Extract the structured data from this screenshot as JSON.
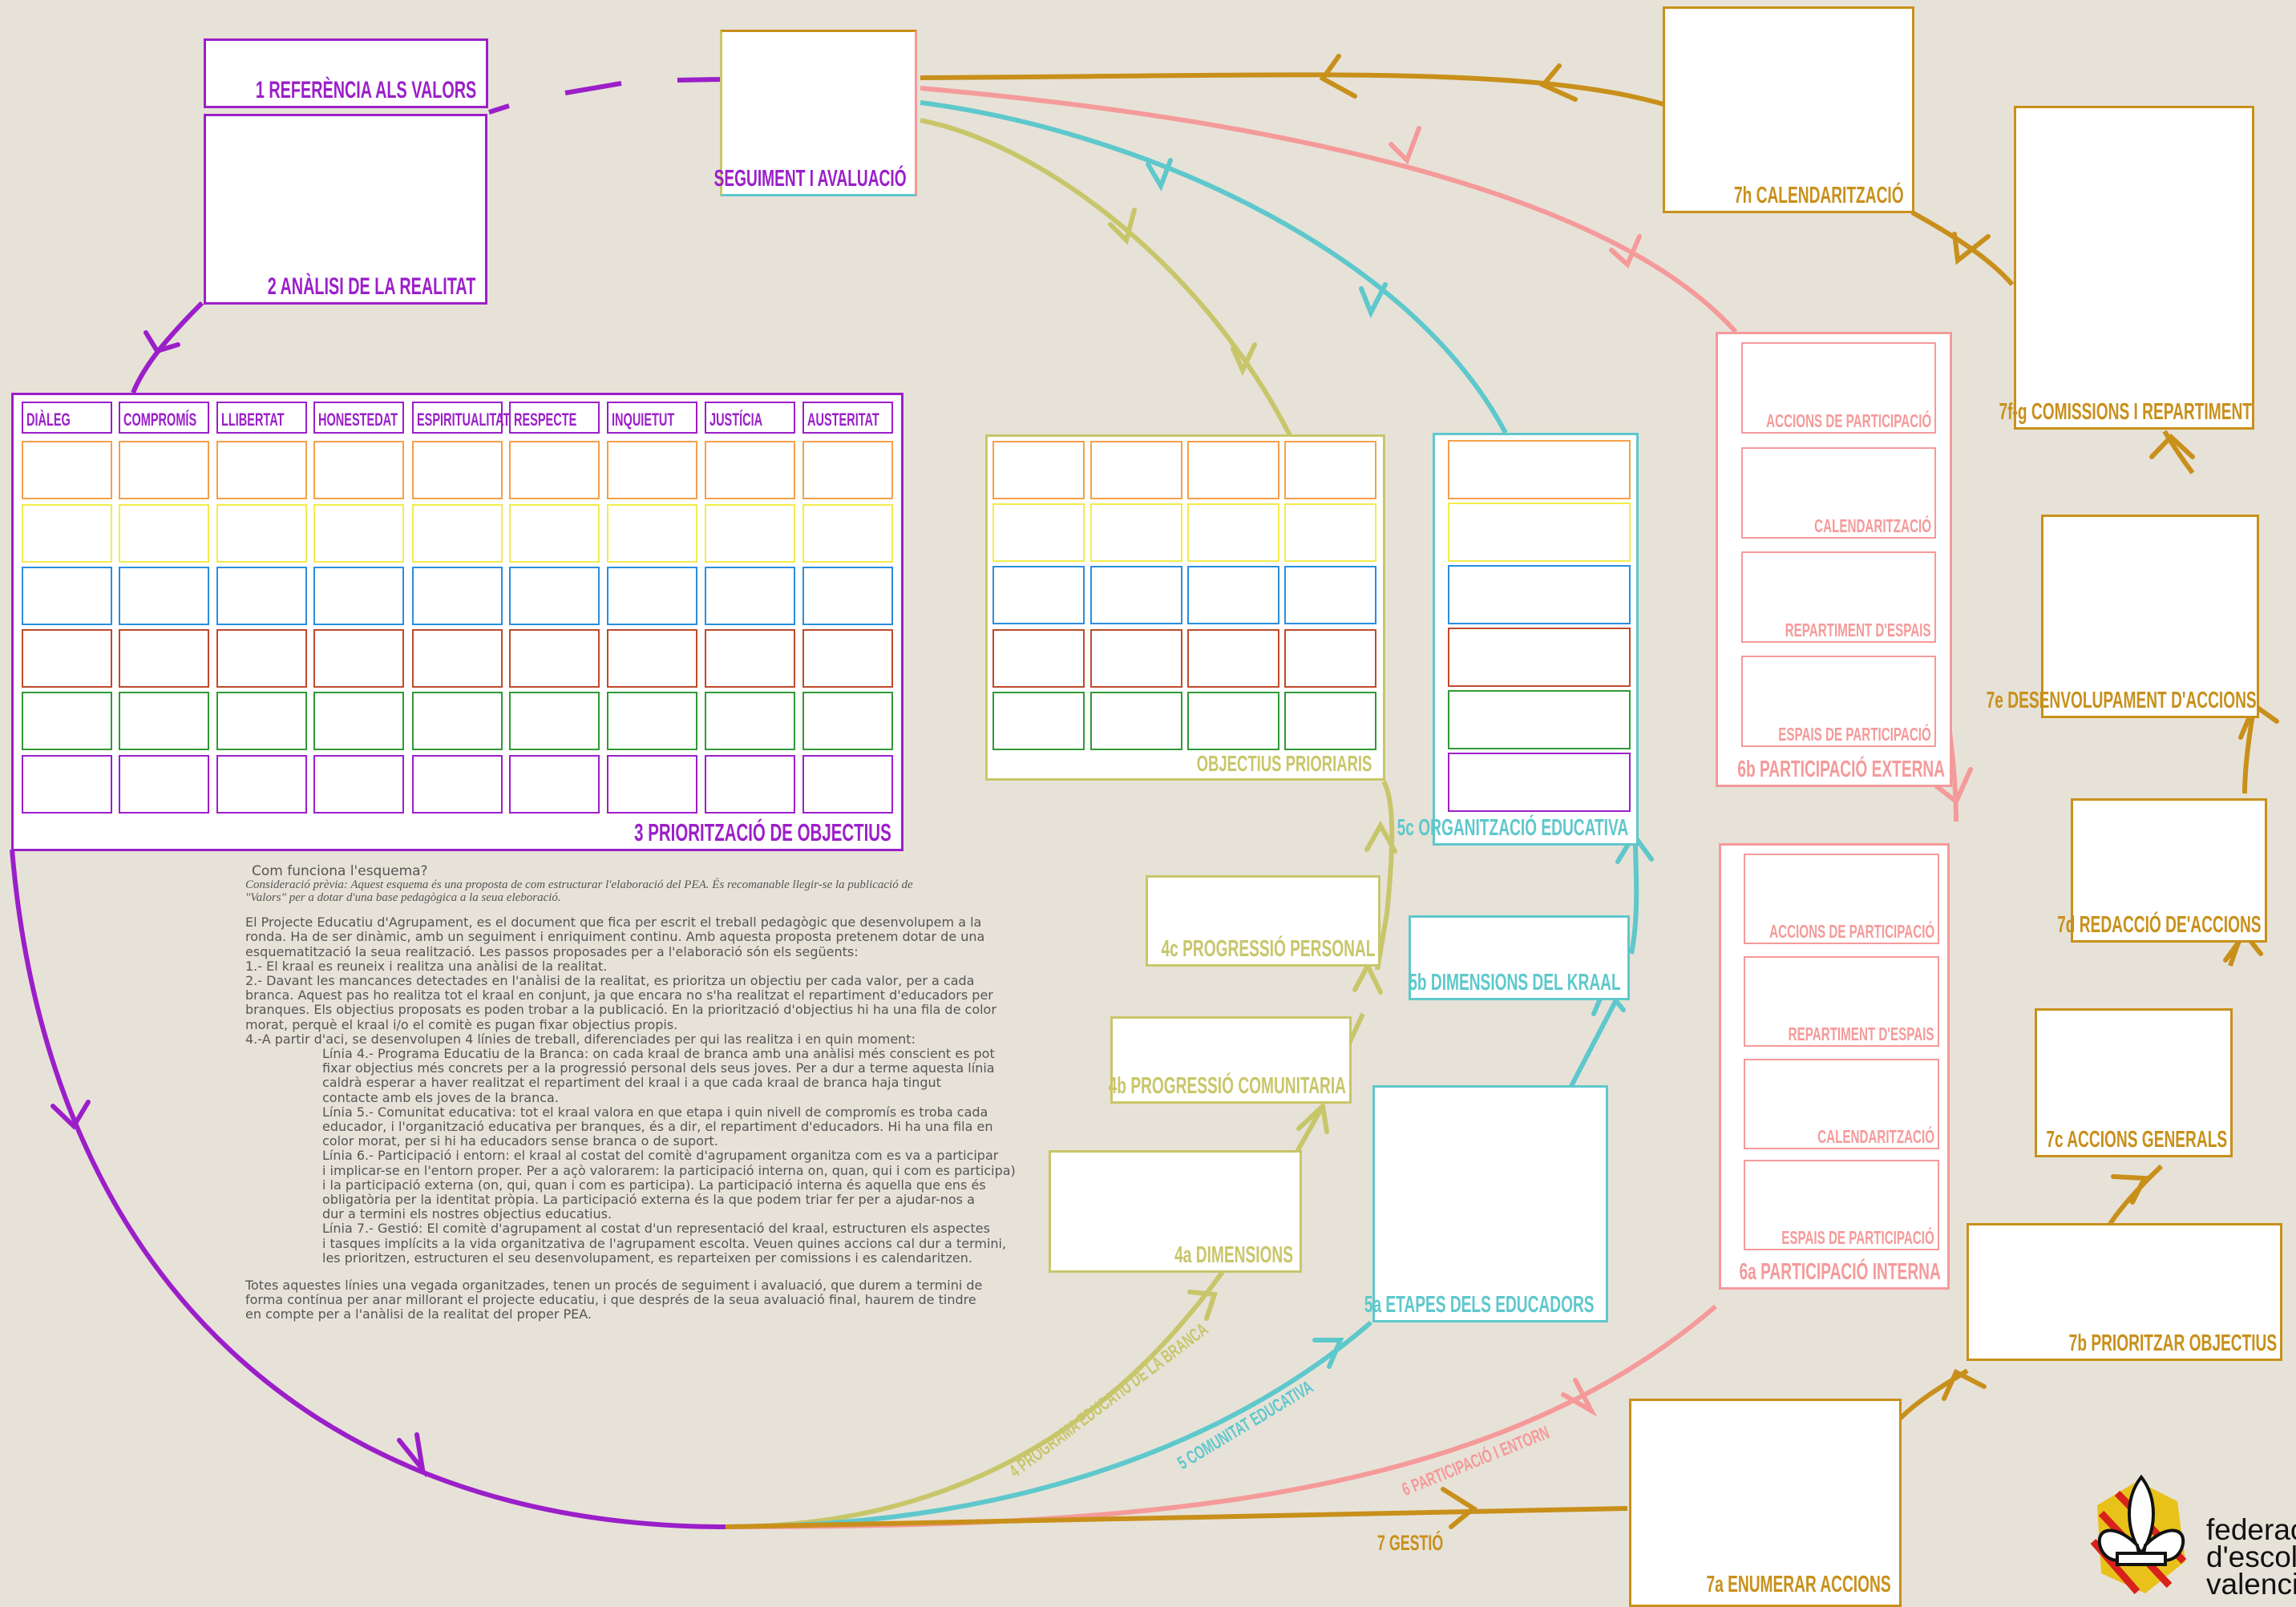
{
  "colors": {
    "purple": "#9b1fc9",
    "olive": "#c8c66a",
    "teal": "#5ec8cc",
    "pink": "#f59a9a",
    "gold": "#c8901b",
    "row_orange": "#f5a04a",
    "row_yellow": "#f2ec4a",
    "row_blue": "#2a8ede",
    "row_red": "#c04a2a",
    "row_green": "#2f9a34",
    "row_purple": "#9b1fc9"
  },
  "boxes": {
    "ref_valors": "1 REFERÈNCIA ALS VALORS",
    "analisi": "2 ANÀLISI DE LA REALITAT",
    "seguiment": "SEGUIMENT I AVALUACIÓ",
    "prioritzacio": "3 PRIORITZACIÓ DE OBJECTIUS",
    "objectius_prioritaris": "OBJECTIUS PRIORIARIS",
    "progressio_personal": "4c PROGRESSIÓ PERSONAL",
    "progressio_comunitaria": "4b PROGRESSIÓ COMUNITARIA",
    "dimensions": "4a DIMENSIONS",
    "organitzacio": "5c ORGANITZACIÓ EDUCATIVA",
    "dimensions_kraal": "5b DIMENSIONS DEL KRAAL",
    "etapes": "5a ETAPES DELS EDUCADORS",
    "participacio_externa": "6b PARTICIPACIÓ EXTERNA",
    "participacio_interna": "6a PARTICIPACIÓ INTERNA",
    "calendaritzacio": "7h CALENDARITZACIÓ",
    "comissions": "7f-g COMISSIONS I REPARTIMENT",
    "desenvolupament": "7e DESENVOLUPAMENT D'ACCIONS",
    "redaccio": "7d REDACCIÓ DE'ACCIONS",
    "accions_generals": "7c ACCIONS GENERALS",
    "prioritzar": "7b PRIORITZAR OBJECTIUS",
    "enumerar": "7a ENUMERAR ACCIONS"
  },
  "externa_items": [
    "ACCIONS DE PARTICIPACIÓ",
    "CALENDARITZACIÓ",
    "REPARTIMENT D'ESPAIS",
    "ESPAIS DE PARTICIPACIÓ"
  ],
  "interna_items": [
    "ACCIONS DE PARTICIPACIÓ",
    "REPARTIMENT D'ESPAIS",
    "CALENDARITZACIÓ",
    "ESPAIS DE PARTICIPACIÓ"
  ],
  "values": [
    "DIÀLEG",
    "COMPROMÍS",
    "LLIBERTAT",
    "HONESTEDAT",
    "ESPIRITUALITAT",
    "RESPECTE",
    "INQUIETUT",
    "JUSTÍCIA",
    "AUSTERITAT"
  ],
  "curve_labels": {
    "l4": "4 PROGRAMA EDUCATIU DE LA BRANCA",
    "l5": "5 COMUNITAT EDUCATIVA",
    "l6": "6 PARTICIPACIÓ I ENTORN",
    "l7": "7 GESTIÓ"
  },
  "explanation": {
    "title": "Com funciona l'esquema?",
    "note1": "Consideració prèvia: Aquest esquema és una proposta de com estructurar l'elaboració del PEA.  És recomanable llegir-se la publicació de",
    "note2": "\"Valors\" per a dotar d'una base pedagògica a la seua eleboració.",
    "p1a": "El Projecte Educatiu d'Agrupament, es el document que fica per escrit el treball pedagògic que desenvolupem a la",
    "p1b": "ronda. Ha de ser dinàmic, amb un seguiment i enriquiment continu. Amb aquesta proposta pretenem dotar de una",
    "p1c": "esquematització la seua realització. Les passos proposades per a l'elaboració són els següents:",
    "s1": "1.- El kraal es reuneix i realitza una anàlisi de la realitat.",
    "s2a": "2.- Davant les mancances detectades en l'anàlisi de la realitat, es prioritza un objectiu per cada valor, per a cada",
    "s2b": "branca. Aquest pas ho realitza tot el kraal en conjunt, ja que encara no s'ha realitzat el repartiment d'educadors per",
    "s2c": "branques. Els objectius proposats es poden trobar a la publicació. En la priorització d'objectius hi ha una fila de color",
    "s2d": "morat, perquè el kraal i/o el comitè es pugan fixar objectius propis.",
    "s4": "4.-A partir d'aci, se desenvolupen 4 línies de treball, diferenciades per qui las realitza i en quin moment:",
    "l4a": "Línia 4.- Programa Educatiu de la Branca: on cada kraal de branca amb una anàlisi més conscient es pot",
    "l4b": "fixar objectius més concrets per a la progressió personal dels seus joves. Per a dur a terme aquesta línia",
    "l4c": "caldrà esperar a haver realitzat el repartiment del kraal i a que cada kraal de branca haja tingut",
    "l4d": "contacte amb els joves de la branca.",
    "l5a": "Línia 5.- Comunitat educativa: tot el kraal valora en que etapa i quin nivell de compromís es troba cada",
    "l5b": "educador, i l'organització educativa per branques, és a dir, el repartiment d'educadors. Hi ha una fila en",
    "l5c": "color morat, per si hi ha educadors sense branca o de suport.",
    "l6a": "Línia 6.- Participació i entorn: el kraal al costat del comitè d'agrupament organitza com es va a participar",
    "l6b": "i implicar-se en l'entorn proper. Per a açò valorarem: la participació interna on, quan, qui i com es participa)",
    "l6c": "i la participació externa (on, qui, quan i com es participa). La participació interna és aquella que ens és",
    "l6d": "obligatòria per la identitat pròpia. La participació externa és la que podem triar fer per a ajudar-nos a",
    "l6e": "dur a termini els nostres objectius educatius.",
    "l7a": "Línia 7.- Gestió: El comitè d'agrupament al costat d'un representació del kraal, estructuren els aspectes",
    "l7b": "i tasques implícits a la vida organitzativa de l'agrupament escolta. Veuen quines accions cal dur a termini,",
    "l7c": "les prioritzen, estructuren el seu desenvolupament, es reparteixen per comissions i es calendaritzen.",
    "f1": "Totes aquestes línies una vegada organitzades, tenen un procés de seguiment i avaluació, que durem a termini de",
    "f2": "forma contínua per anar millorant el projecte educatiu, i que després de la seua avaluació final, haurem de tindre",
    "f3": "en compte per a l'anàlisi de la realitat del proper PEA."
  },
  "logo": {
    "line1": "federac",
    "line2": "d'escoltis",
    "line3": "valenci"
  }
}
